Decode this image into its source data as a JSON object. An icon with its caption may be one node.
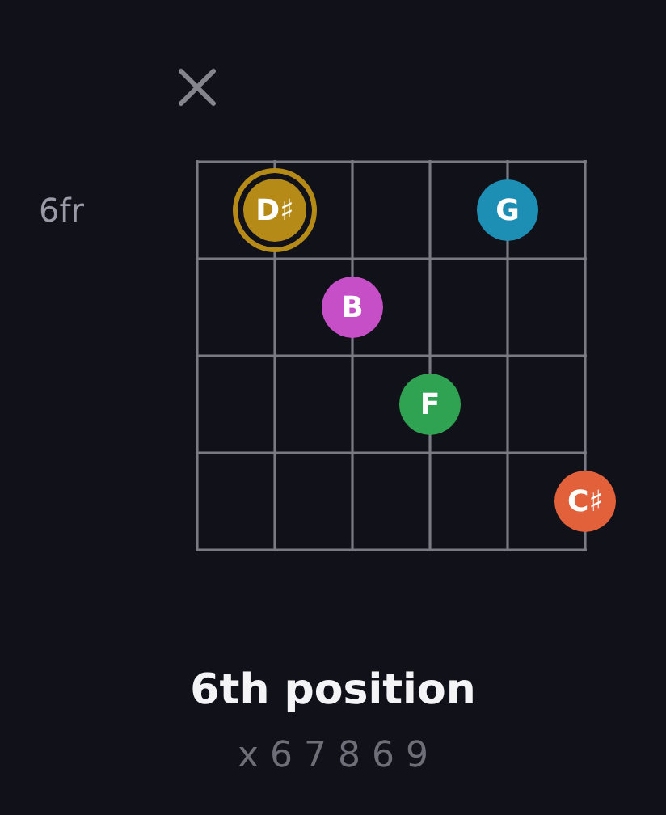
{
  "diagram": {
    "title": "6th position",
    "caption": "x 6 7 8 6 9",
    "nodes": [
      {
        "text": [
          "D♯"
        ]
      },
      {
        "text": [
          "G"
        ]
      },
      {
        "text": [
          "B"
        ]
      },
      {
        "text": [
          "F"
        ]
      },
      {
        "text": [
          "C♯"
        ]
      }
    ],
    "labels": [
      "6fr"
    ]
  }
}
